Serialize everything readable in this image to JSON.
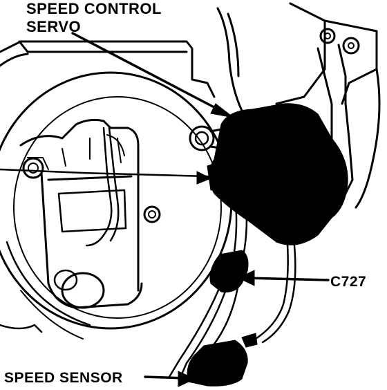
{
  "labels": {
    "servo_line1": "SPEED CONTROL",
    "servo_line2": "SERVO",
    "connector": "C727",
    "sensor": "SPEED SENSOR"
  },
  "colors": {
    "ink": "#000000",
    "paper": "#ffffff"
  }
}
